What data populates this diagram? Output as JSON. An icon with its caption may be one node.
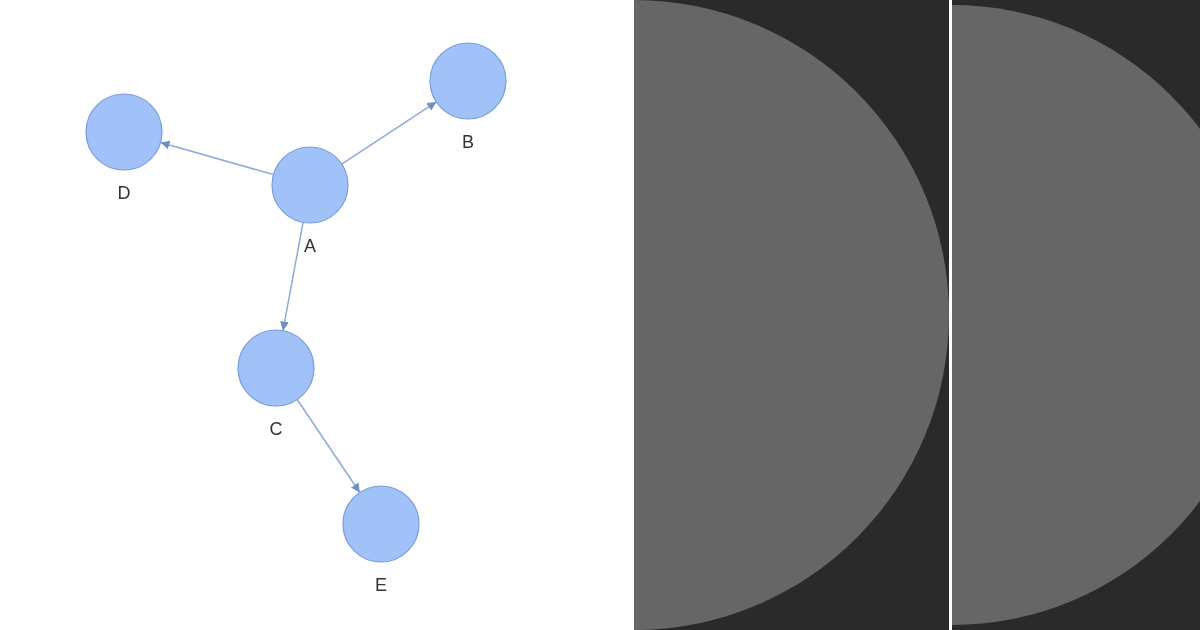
{
  "diagram": {
    "nodes": [
      {
        "text": [
          "A"
        ]
      },
      {
        "text": [
          "B"
        ]
      },
      {
        "text": [
          "D"
        ]
      },
      {
        "text": [
          "C"
        ]
      },
      {
        "text": [
          "E"
        ]
      }
    ],
    "edges": [
      {
        "from": 0,
        "to": 2,
        "arrow": "to"
      },
      {
        "from": 0,
        "to": 1,
        "arrow": "to"
      },
      {
        "from": 0,
        "to": 3,
        "arrow": "to"
      },
      {
        "from": 3,
        "to": 4,
        "arrow": "to"
      }
    ]
  }
}
